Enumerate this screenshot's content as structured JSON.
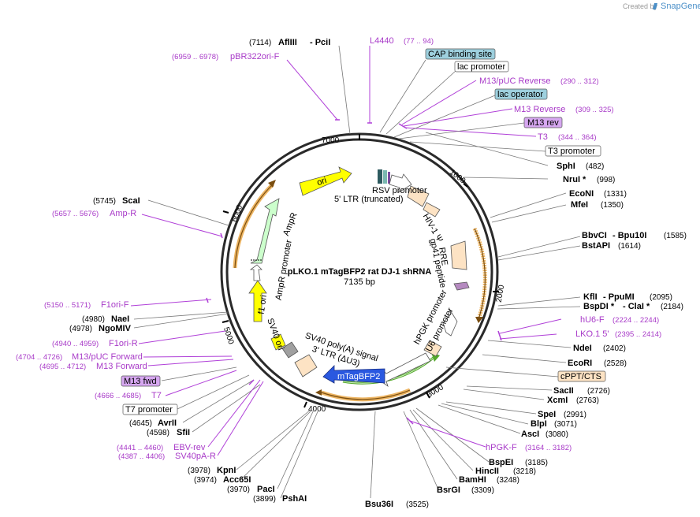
{
  "branding": {
    "created_by": "Created by",
    "app": "SnapGene"
  },
  "plasmid": {
    "name": "pLKO.1 mTagBFP2 rat DJ-1 shRNA",
    "size": "7135 bp"
  },
  "ticks": [
    "1000",
    "2000",
    "3000",
    "4000",
    "5000",
    "6000",
    "7000"
  ],
  "enzymes": [
    {
      "name": "AflIII",
      "sep": "- PciI",
      "pos": "(7114)"
    },
    {
      "name": "SphI",
      "pos": "(482)"
    },
    {
      "name": "NruI *",
      "pos": "(998)"
    },
    {
      "name": "EcoNI",
      "pos": "(1331)"
    },
    {
      "name": "MfeI",
      "pos": "(1350)"
    },
    {
      "name": "BbvCI",
      "sep": "- Bpu10I",
      "pos": "(1585)"
    },
    {
      "name": "BstAPI",
      "pos": "(1614)"
    },
    {
      "name": "KflI",
      "sep": "- PpuMI",
      "pos": "(2095)"
    },
    {
      "name": "BspDI *",
      "sep": "- ClaI *",
      "pos": "(2184)"
    },
    {
      "name": "NdeI",
      "pos": "(2402)"
    },
    {
      "name": "EcoRI",
      "pos": "(2528)"
    },
    {
      "name": "SacII",
      "pos": "(2726)"
    },
    {
      "name": "XcmI",
      "pos": "(2763)"
    },
    {
      "name": "SpeI",
      "pos": "(2991)"
    },
    {
      "name": "BlpI",
      "pos": "(3071)"
    },
    {
      "name": "AscI",
      "pos": "(3080)"
    },
    {
      "name": "BspEI",
      "pos": "(3185)"
    },
    {
      "name": "HincII",
      "pos": "(3218)"
    },
    {
      "name": "BamHI",
      "pos": "(3248)"
    },
    {
      "name": "BsrGI",
      "pos": "(3309)"
    },
    {
      "name": "Bsu36I",
      "pos": "(3525)"
    },
    {
      "name": "PshAI",
      "pos": "(3899)"
    },
    {
      "name": "PacI",
      "pos": "(3970)"
    },
    {
      "name": "Acc65I",
      "pos": "(3974)"
    },
    {
      "name": "KpnI",
      "pos": "(3978)"
    },
    {
      "name": "SfiI",
      "pos": "(4598)"
    },
    {
      "name": "AvrII",
      "pos": "(4645)"
    },
    {
      "name": "NgoMIV",
      "pos": "(4978)"
    },
    {
      "name": "NaeI",
      "pos": "(4980)"
    },
    {
      "name": "ScaI",
      "pos": "(5745)"
    }
  ],
  "primers": [
    {
      "name": "L4440",
      "pos": "(77 .. 94)"
    },
    {
      "name": "pBR322ori-F",
      "pos": "(6959 .. 6978)"
    },
    {
      "name": "M13/pUC Reverse",
      "pos": "(290 .. 312)"
    },
    {
      "name": "M13 Reverse",
      "pos": "(309 .. 325)"
    },
    {
      "name": "T3",
      "pos": "(344 .. 364)"
    },
    {
      "name": "hU6-F",
      "pos": "(2224 .. 2244)"
    },
    {
      "name": "LKO.1 5'",
      "pos": "(2395 .. 2414)"
    },
    {
      "name": "hPGK-F",
      "pos": "(3164 .. 3182)"
    },
    {
      "name": "EBV-rev",
      "pos": "(4441 .. 4460)"
    },
    {
      "name": "SV40pA-R",
      "pos": "(4387 .. 4406)"
    },
    {
      "name": "T7",
      "pos": "(4666 .. 4685)"
    },
    {
      "name": "M13 Forward",
      "pos": "(4695 .. 4712)"
    },
    {
      "name": "M13/pUC Forward",
      "pos": "(4704 .. 4726)"
    },
    {
      "name": "F1ori-R",
      "pos": "(4940 .. 4959)"
    },
    {
      "name": "F1ori-F",
      "pos": "(5150 .. 5171)"
    },
    {
      "name": "Amp-R",
      "pos": "(5657 .. 5676)"
    }
  ],
  "boxes": {
    "cap": "CAP binding site",
    "lacp": "lac promoter",
    "laco": "lac operator",
    "m13rev": "M13 rev",
    "t3p": "T3 promoter",
    "cppt": "cPPT/CTS",
    "m13fwd": "M13 fwd",
    "t7p": "T7 promoter"
  },
  "features": {
    "rsv": "RSV promoter",
    "ltr5": "5' LTR (truncated)",
    "hiv": "HIV-1 Ψ",
    "rre": "RRE",
    "gp41": "gp41 peptide",
    "hpgk": "hPGK promoter",
    "u6": "U6 promoter",
    "mtag": "mTagBFP2",
    "sv40pa": "SV40 poly(A) signal",
    "ltr3": "3' LTR (ΔU3)",
    "sv40ori": "SV40 ori",
    "f1ori": "f1 ori",
    "ampp": "AmpR promoter",
    "ampr": "AmpR",
    "ori": "ori"
  },
  "colors": {
    "ring": "#2a2a2a",
    "primer": "#a83ac8",
    "ori_yellow": "#ffff00",
    "ampr_green": "#ccffcc",
    "mtag_blue": "#2a58e0",
    "ltr_peach": "#fde3c4",
    "orange_arc": "#e8a33c",
    "green_arc": "#54a82a",
    "cap_box": "#9ed0de",
    "m13_box": "#d6a7f0"
  }
}
